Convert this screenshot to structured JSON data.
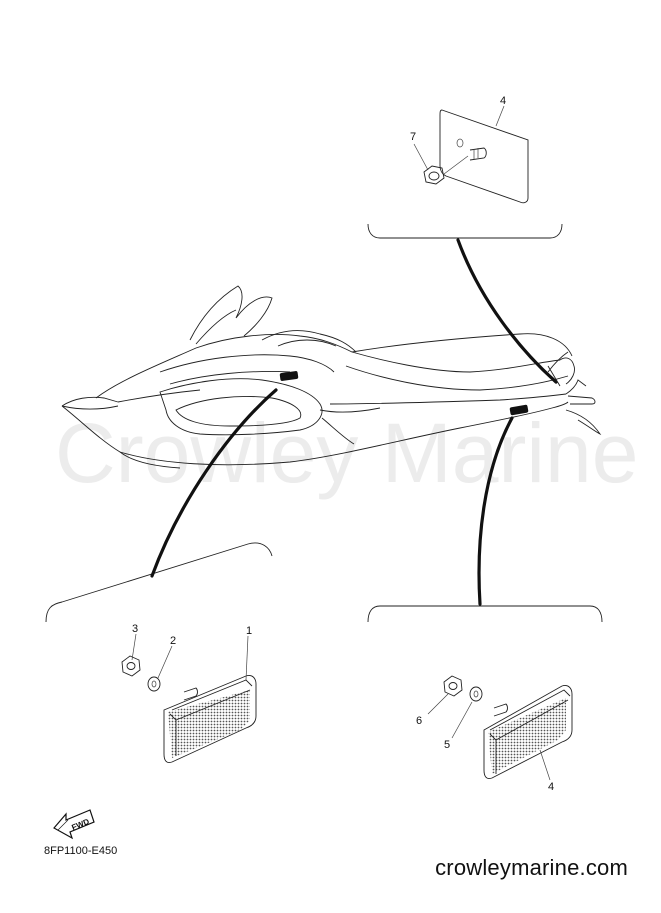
{
  "watermark": "Crowley Marine",
  "diagram_code": "8FP1100-E450",
  "website": "crowleymarine.com",
  "fwd_label": "FWD",
  "callouts": {
    "top_plate": "4",
    "top_nut": "7",
    "left_reflector": "1",
    "left_washer": "2",
    "left_nut": "3",
    "right_reflector": "4",
    "right_washer": "5",
    "right_nut": "6"
  }
}
